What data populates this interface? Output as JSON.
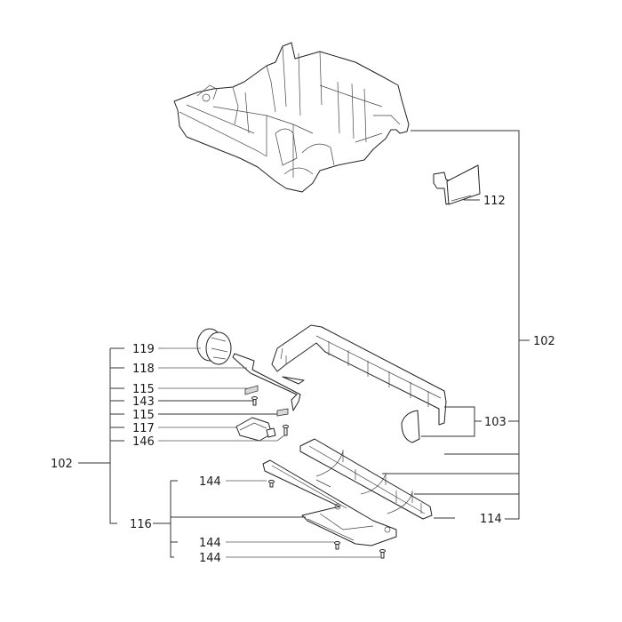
{
  "diagram": {
    "title": "Exploded parts view - base housing assembly",
    "labels": {
      "l112": "112",
      "l102_right": "102",
      "l103": "103",
      "l114": "114",
      "l119": "119",
      "l118": "118",
      "l115_a": "115",
      "l143": "143",
      "l115_b": "115",
      "l117": "117",
      "l146": "146",
      "l102_left": "102",
      "l116": "116",
      "l144_a": "144",
      "l144_b": "144",
      "l144_c": "144"
    },
    "parts": [
      {
        "id": "102",
        "name": "base housing"
      },
      {
        "id": "112",
        "name": "bracket plate"
      },
      {
        "id": "103",
        "name": "side rail and end cap"
      },
      {
        "id": "114",
        "name": "lower rail with clips"
      },
      {
        "id": "119",
        "name": "knob"
      },
      {
        "id": "118",
        "name": "wire handle"
      },
      {
        "id": "115",
        "name": "clip"
      },
      {
        "id": "143",
        "name": "screw"
      },
      {
        "id": "117",
        "name": "cover"
      },
      {
        "id": "146",
        "name": "screw"
      },
      {
        "id": "116",
        "name": "base plate"
      },
      {
        "id": "144",
        "name": "screw"
      }
    ]
  }
}
